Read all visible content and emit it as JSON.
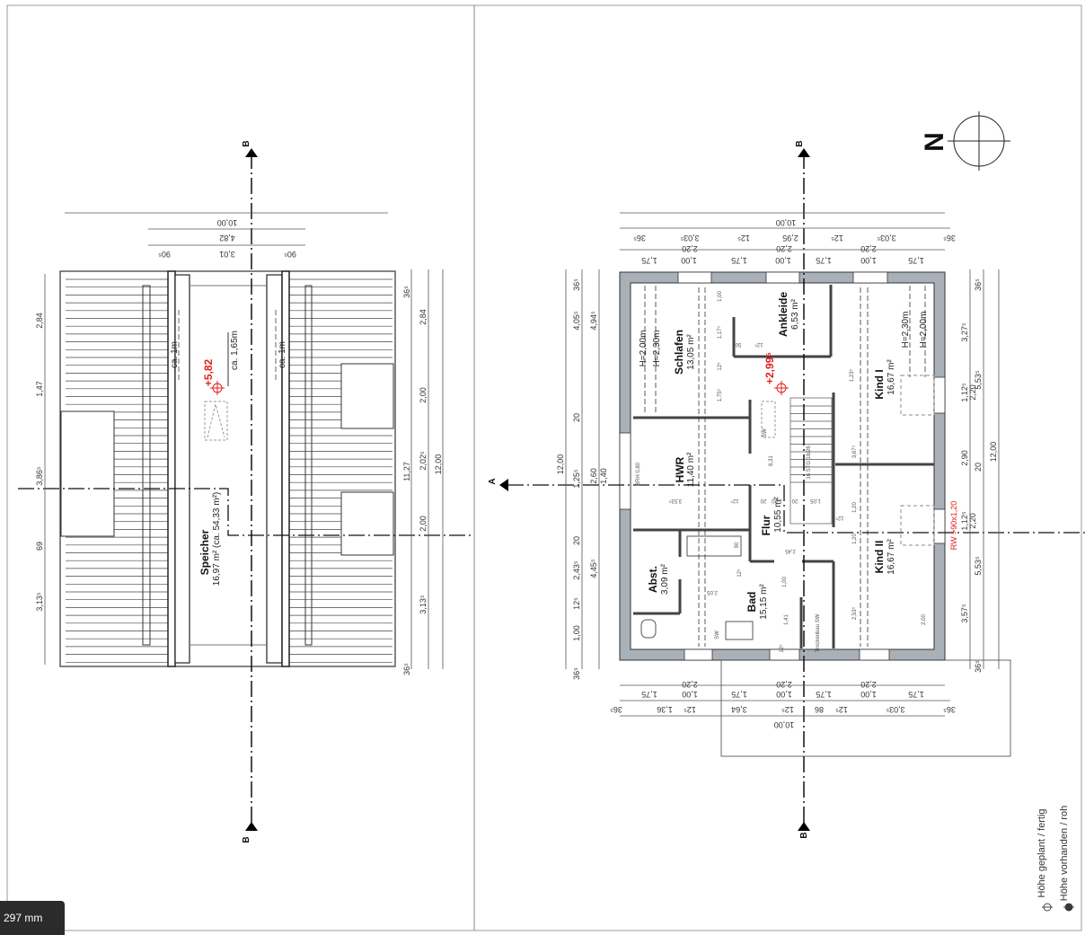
{
  "viewer": {
    "page_size_badge": "297 mm"
  },
  "section_marks": {
    "a": "A",
    "b_top_left": "B",
    "b_bottom_left": "B",
    "b_top_right": "B",
    "b_bottom_right": "B"
  },
  "north_label": "N",
  "legend": [
    "Höhe geplant / fertig",
    "Höhe vorhanden / roh"
  ],
  "attic": {
    "room_name": "Speicher",
    "room_area": "16,97 m² (ca. 54,33 m²)",
    "level": "+5,82",
    "clearance_center": "ca. 1,65m",
    "clearance_left": "ca. 1m",
    "clearance_right": "ca. 1m",
    "dims_top": [
      "10,00",
      "4,82",
      "90⁵",
      "3,01",
      "90⁵"
    ],
    "dims_left": [
      "2,84",
      "1,47",
      "3,86⁵",
      "69",
      "3,13⁵"
    ],
    "dims_right": [
      "36⁵",
      "36⁵",
      "11,27",
      "2,84",
      "2,00",
      "2,02⁵",
      "2,00",
      "3,13⁵",
      "12,00"
    ]
  },
  "upper_floor": {
    "rooms": [
      {
        "name": "Schlafen",
        "area": "13,05 m²"
      },
      {
        "name": "Ankleide",
        "area": "6,53 m²"
      },
      {
        "name": "HWR",
        "area": "11,40 m²"
      },
      {
        "name": "Flur",
        "area": "10,55 m²"
      },
      {
        "name": "Abst.",
        "area": "3,09 m²"
      },
      {
        "name": "Bad",
        "area": "15,15 m²"
      },
      {
        "name": "Kind I",
        "area": "16,67 m²"
      },
      {
        "name": "Kind II",
        "area": "16,67 m²"
      }
    ],
    "level": "+2,99⁵",
    "window_note": "RW >90x1,20",
    "heights": [
      "H=2,00m",
      "H=2,30m",
      "H=2,30m",
      "H=2,00m"
    ],
    "stair_note": "16 STG 18/26",
    "sill_note": "BRH 0,80",
    "shaft_labels": [
      "SW",
      "SW",
      "Trockenbau SW"
    ],
    "inner_dims": [
      "1,00",
      "1,17⁵",
      "12⁵",
      "1,75⁵",
      "50",
      "12⁵",
      "1,23⁵",
      "3,67⁵",
      "6,31",
      "3,53⁵",
      "12⁵",
      "20",
      "1,20",
      "20",
      "1,05",
      "1,20",
      "1,20",
      "12⁵",
      "2,45",
      "90",
      "12⁵",
      "2,05",
      "1,00",
      "1,41",
      "12⁵",
      "2,53⁵",
      "2,00"
    ],
    "dims_top": [
      "10,00",
      "36⁵",
      "3,03⁵",
      "12⁵",
      "2,95",
      "12⁵",
      "3,03⁵",
      "36⁵",
      "1,75",
      "1,00",
      "2,20",
      "1,75",
      "1,00",
      "2,20",
      "1,75",
      "1,00",
      "2,20",
      "1,75"
    ],
    "dims_bottom": [
      "1,75",
      "1,00",
      "2,20",
      "1,75",
      "1,00",
      "2,20",
      "1,75",
      "1,00",
      "2,20",
      "1,75",
      "36⁵",
      "1,36",
      "12⁵",
      "3,64",
      "12⁵",
      "86",
      "12⁵",
      "3,03⁵",
      "36⁵",
      "10,00"
    ],
    "dims_left": [
      "12,00",
      "36⁵",
      "4,05⁵",
      "20",
      "1,25⁵",
      "20",
      "2,43⁵",
      "12⁵",
      "1,00",
      "36⁵",
      "4,94⁵",
      "2,60",
      "1,40",
      "4,45⁵"
    ],
    "dims_right": [
      "3,27⁵",
      "1,12⁵",
      "2,20",
      "2,90",
      "1,12⁵",
      "2,20",
      "3,57⁵",
      "36⁵",
      "36⁵",
      "5,53⁵",
      "20",
      "5,53⁵",
      "12,00"
    ]
  }
}
